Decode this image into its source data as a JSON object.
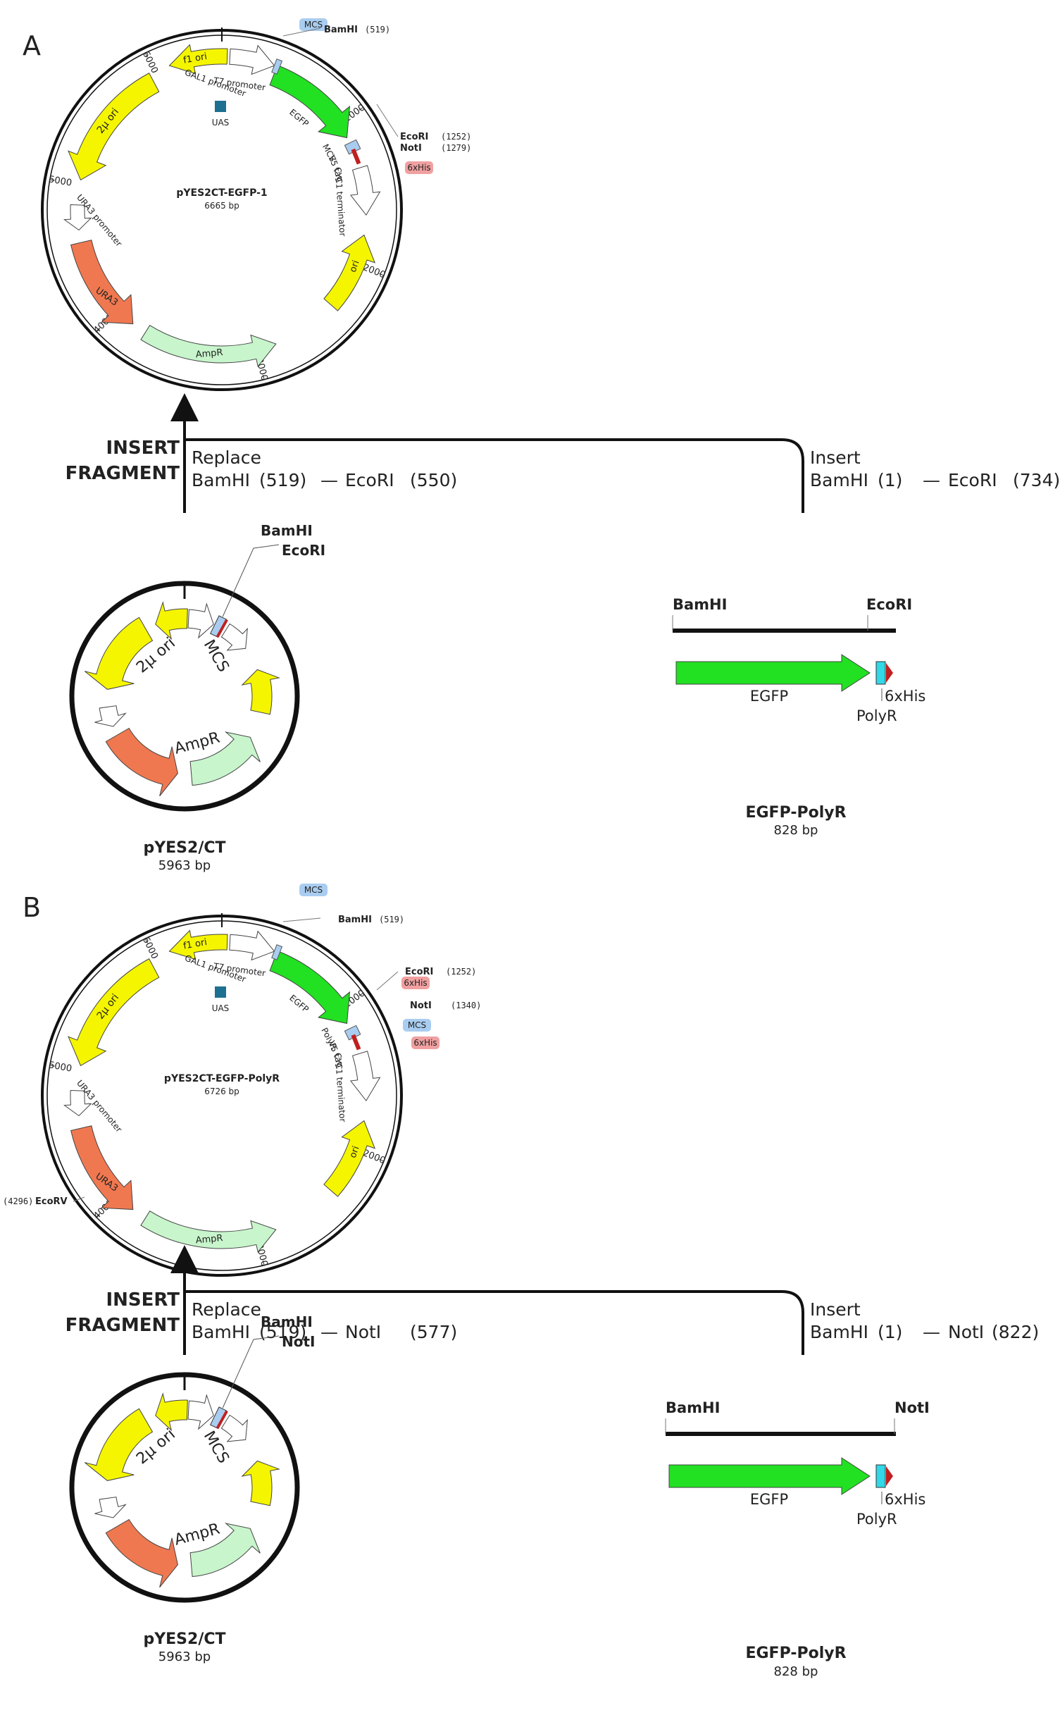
{
  "colors": {
    "yellow": "#f5f500",
    "green": "#22e022",
    "orange": "#f07850",
    "light_green": "#c8f5cc",
    "blue_tag": "#a9cdf0",
    "red_tag": "#f0a0a0",
    "teal": "#1e7090",
    "cyan": "#30d8e8",
    "dark_red": "#c02020",
    "black": "#111111"
  },
  "panels": [
    {
      "letter": "A",
      "map": {
        "name": "pYES2CT-EGFP-1",
        "size": "6665 bp",
        "ticks": [
          "1000",
          "2000",
          "3000",
          "4000",
          "5000",
          "6000"
        ],
        "features": {
          "f1_ori": "f1 ori",
          "ori_2u": "2μ ori",
          "gal1": "GAL1 promoter",
          "t7": "T7 promoter",
          "uas": "UAS",
          "egfp": "EGFP",
          "mcs": "MCS",
          "v5": "V5 tag",
          "cyc1": "CYC1 terminator",
          "ori": "ori",
          "ampr": "AmpR",
          "ura3": "URA3",
          "ura3p": "URA3 promoter"
        },
        "tags": [
          "MCS",
          "6xHis"
        ],
        "sites": [
          {
            "name": "BamHI",
            "pos": "(519)"
          },
          {
            "name": "EcoRI",
            "pos": "(1252)"
          },
          {
            "name": "NotI",
            "pos": "(1279)"
          }
        ]
      },
      "insert_title": [
        "INSERT",
        "FRAGMENT"
      ],
      "replace_label": "Replace",
      "replace_range": [
        "BamHI",
        "(519)",
        "—",
        "EcoRI",
        "(550)"
      ],
      "insert_label": "Insert",
      "insert_range": [
        "BamHI",
        "(1)",
        "—",
        "EcoRI",
        "(734)"
      ],
      "vector": {
        "sites": [
          "BamHI",
          "EcoRI"
        ],
        "labels": {
          "ori_2u": "2μ ori",
          "mcs": "MCS",
          "ampr": "AmpR"
        },
        "name": "pYES2/CT",
        "size": "5963 bp"
      },
      "fragment": {
        "left_site": "BamHI",
        "right_site": "EcoRI",
        "egfp": "EGFP",
        "his": "6xHis",
        "polyr": "PolyR",
        "name": "EGFP-PolyR",
        "size": "828 bp"
      }
    },
    {
      "letter": "B",
      "map": {
        "name": "pYES2CT-EGFP-PolyR",
        "size": "6726 bp",
        "ticks": [
          "1000",
          "2000",
          "3000",
          "4000",
          "5000",
          "6000"
        ],
        "features": {
          "f1_ori": "f1 ori",
          "ori_2u": "2μ ori",
          "gal1": "GAL1 promoter",
          "t7": "T7 promoter",
          "uas": "UAS",
          "egfp": "EGFP",
          "polyr": "PolyR",
          "v5": "V5 tag",
          "cyc1": "CYC1 terminator",
          "ori": "ori",
          "ampr": "AmpR",
          "ura3": "URA3",
          "ura3p": "URA3 promoter"
        },
        "tags": [
          "MCS",
          "6xHis",
          "MCS",
          "6xHis"
        ],
        "sites": [
          {
            "name": "BamHI",
            "pos": "(519)"
          },
          {
            "name": "EcoRI",
            "pos": "(1252)"
          },
          {
            "name": "NotI",
            "pos": "(1340)"
          }
        ],
        "ecorv": {
          "pos": "(4296)",
          "name": "EcoRV"
        }
      },
      "insert_title": [
        "INSERT",
        "FRAGMENT"
      ],
      "replace_label": "Replace",
      "replace_range": [
        "BamHI",
        "(519)",
        "—",
        "NotI",
        "(577)"
      ],
      "insert_label": "Insert",
      "insert_range": [
        "BamHI",
        "(1)",
        "—",
        "NotI",
        "(822)"
      ],
      "vector": {
        "sites": [
          "BamHI",
          "NotI"
        ],
        "labels": {
          "ori_2u": "2μ ori",
          "mcs": "MCS",
          "ampr": "AmpR"
        },
        "name": "pYES2/CT",
        "size": "5963 bp"
      },
      "fragment": {
        "left_site": "BamHI",
        "right_site": "NotI",
        "egfp": "EGFP",
        "his": "6xHis",
        "polyr": "PolyR",
        "name": "EGFP-PolyR",
        "size": "828 bp"
      }
    }
  ]
}
